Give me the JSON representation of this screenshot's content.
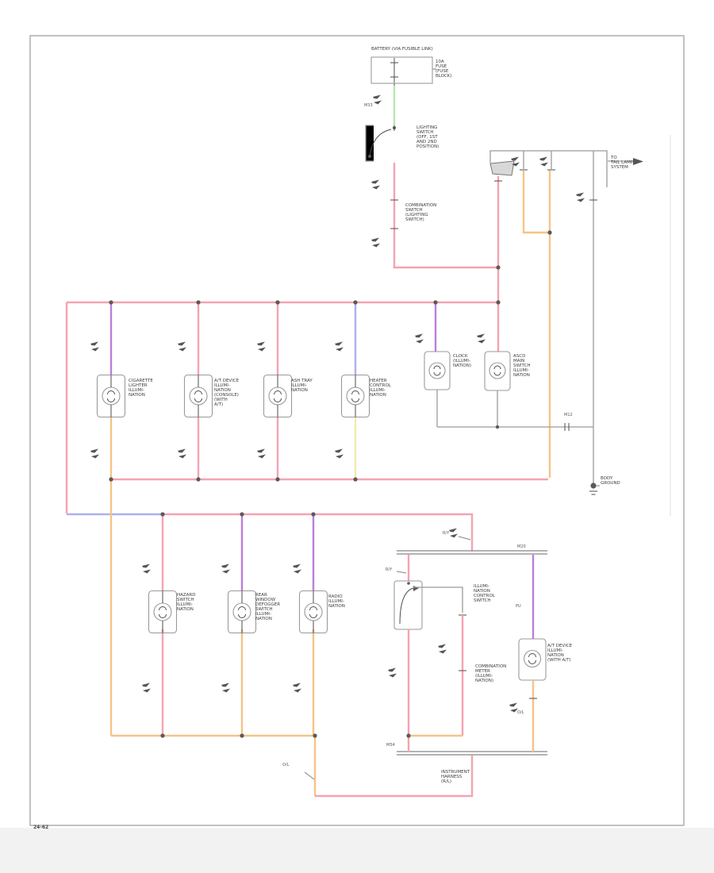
{
  "page": {
    "code": "24-62"
  },
  "colors": {
    "pink": "#f4a3b1",
    "green": "#b7e7b2",
    "purple": "#bb7fd8",
    "blue": "#adb0ee",
    "yellow": "#f1ecae",
    "orange": "#f6c387",
    "gray": "#9a9a9a"
  },
  "power": {
    "feed_label": "BATTERY (VIA FUSIBLE LINK)",
    "fuse_label": "10A\nFUSE\n(FUSE\nBLOCK)"
  },
  "switches": {
    "lighting": "LIGHTING\nSWITCH\n(OFF, 1ST\nAND 2ND\nPOSITION)",
    "combination": "COMBINATION\nSWITCH\n(LIGHTING\nSWITCH)",
    "illumination_control": "ILLUMI-\nNATION\nCONTROL\nSWITCH"
  },
  "harness": {
    "to_tail": "TO\nTAIL LAMP\nSYSTEM",
    "connectors": {
      "green": "M33",
      "mid": "M12",
      "c1": "M20",
      "c2": "M54"
    },
    "wire_codes": {
      "ry_top": "R/Y",
      "ry_in": "R/Y",
      "pu": "PU",
      "ol_right": "O/L",
      "ol_bottom": "O/L",
      "body_harness": "INSTRUMENT\nHARNESS\n(R/L)"
    }
  },
  "middle_bulbs": {
    "b1": "CIGARETTE\nLIGHTER\nILLUMI-\nNATION",
    "b2": "A/T DEVICE\nILLUMI-\nNATION\n(CONSOLE)\n(WITH\nA/T)",
    "b3": "ASH TRAY\nILLUMI-\nNATION",
    "b4": "HEATER\nCONTROL\nILLUMI-\nNATION",
    "clock": "CLOCK\n(ILLUMI-\nNATION)",
    "ascd": "ASCD\nMAIN\nSWITCH\nILLUMI-\nNATION"
  },
  "lower_bulbs": {
    "a": "HAZARD\nSWITCH\nILLUMI-\nNATION",
    "b": "REAR\nWINDOW\nDEFOGGER\nSWITCH\nILLUMI-\nNATION",
    "c": "RADIO\nILLUMI-\nNATION",
    "d": "A/T DEVICE\nILLUMI-\nNATION\n(WITH A/T)"
  },
  "meter": {
    "combination": "COMBINATION\nMETER\n(ILLUMI-\nNATION)"
  },
  "ground": {
    "body": "BODY\nGROUND"
  }
}
